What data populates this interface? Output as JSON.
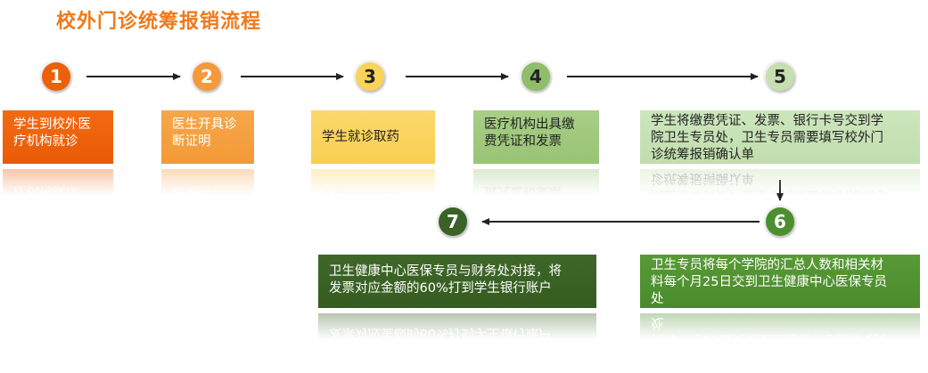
{
  "title": "校外门诊统筹报销流程",
  "colors": {
    "title": "#f07a1a",
    "step1": "#ee5f0a",
    "step2": "#f59a3a",
    "step3": "#f9d35a",
    "step4": "#8fbd6a",
    "step5": "#c5dfb1",
    "step6": "#4d8f2e",
    "step7": "#3a6226",
    "arrow": "#222222"
  },
  "steps": [
    {
      "number": "1",
      "text": "学生到校外医\n疗机构就诊"
    },
    {
      "number": "2",
      "text": "医生开具诊\n断证明"
    },
    {
      "number": "3",
      "text": "学生就诊取药"
    },
    {
      "number": "4",
      "text": "医疗机构出具缴\n费凭证和发票"
    },
    {
      "number": "5",
      "text": "学生将缴费凭证、发票、银行卡号交到学\n院卫生专员处，卫生专员需要填写校外门\n诊统筹报销确认单"
    },
    {
      "number": "6",
      "text": "卫生专员将每个学院的汇总人数和相关材\n料每个月25日交到卫生健康中心医保专员\n处"
    },
    {
      "number": "7",
      "text": "卫生健康中心医保专员与财务处对接，将\n发票对应金额的60%打到学生银行账户"
    }
  ]
}
